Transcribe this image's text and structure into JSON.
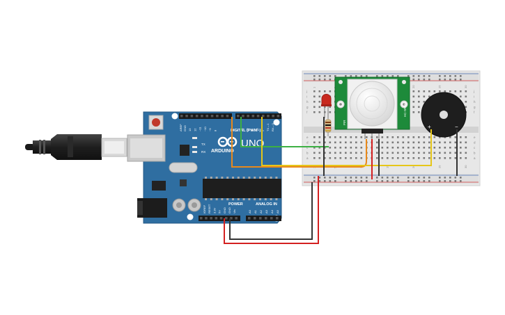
{
  "arduino": {
    "brand": "ARDUINO",
    "model": "UNO",
    "digital_header": "DIGITAL (PWM~)",
    "power_header": "POWER",
    "analog_header": "ANALOG IN",
    "aref": "AREF",
    "gnd": "GND",
    "tx": "TX",
    "rx": "RX",
    "digital_pins": [
      "13",
      "12",
      "~11",
      "~10",
      "~9",
      "8",
      "7",
      "~6",
      "~5",
      "4",
      "~3",
      "2",
      "TX→1",
      "RX←0"
    ],
    "power_pins": [
      "IOREF",
      "RESET",
      "3.3V",
      "5V",
      "GND",
      "GND",
      "Vin"
    ],
    "analog_pins": [
      "A0",
      "A1",
      "A2",
      "A3",
      "A4",
      "A5"
    ]
  },
  "pir_sensor": {
    "model_text": "HC-SR501",
    "label_text": "PIR"
  },
  "breadboard": {
    "column_labels": [
      "1",
      "5",
      "10",
      "15",
      "20",
      "25",
      "30"
    ],
    "row_labels_top": [
      "j",
      "i",
      "h",
      "g",
      "f"
    ],
    "row_labels_bottom": [
      "e",
      "d",
      "c",
      "b",
      "a"
    ]
  },
  "buzzer": {
    "plus": "+",
    "minus": "−"
  },
  "colors": {
    "arduino_board": "#2f6ea1",
    "wire_red": "#d42020",
    "wire_black": "#333333",
    "wire_green": "#3cb043",
    "wire_orange": "#e8891b",
    "wire_yellow": "#e6c619",
    "pir_pcb": "#1d8a3a",
    "led": "#c8281e"
  }
}
